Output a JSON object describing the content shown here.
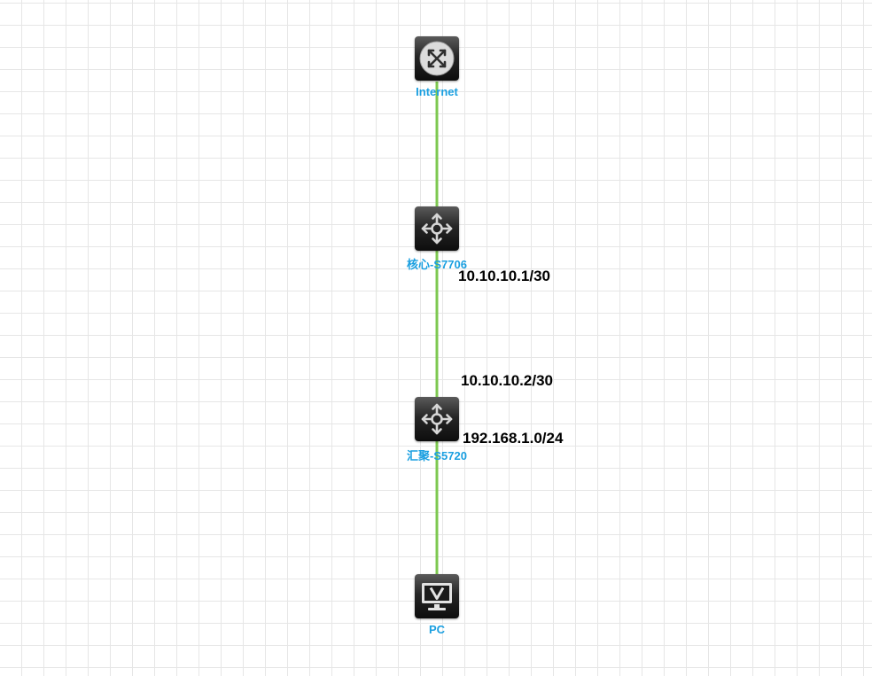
{
  "nodes": {
    "internet": {
      "label": "Internet",
      "icon": "router-icon"
    },
    "core": {
      "label": "核心-S7706",
      "icon": "layer3-switch-icon"
    },
    "aggregation": {
      "label": "汇聚-S5720",
      "icon": "layer3-switch-icon"
    },
    "pc": {
      "label": "PC",
      "icon": "pc-monitor-icon"
    }
  },
  "addresses": {
    "core_interface": "10.10.10.1/30",
    "aggregation_uplink": "10.10.10.2/30",
    "aggregation_subnet": "192.168.1.0/24"
  },
  "colors": {
    "link": "#7dc850",
    "device_label": "#1a9fe0",
    "ip_label": "#000000",
    "grid": "#e6e6e6"
  }
}
